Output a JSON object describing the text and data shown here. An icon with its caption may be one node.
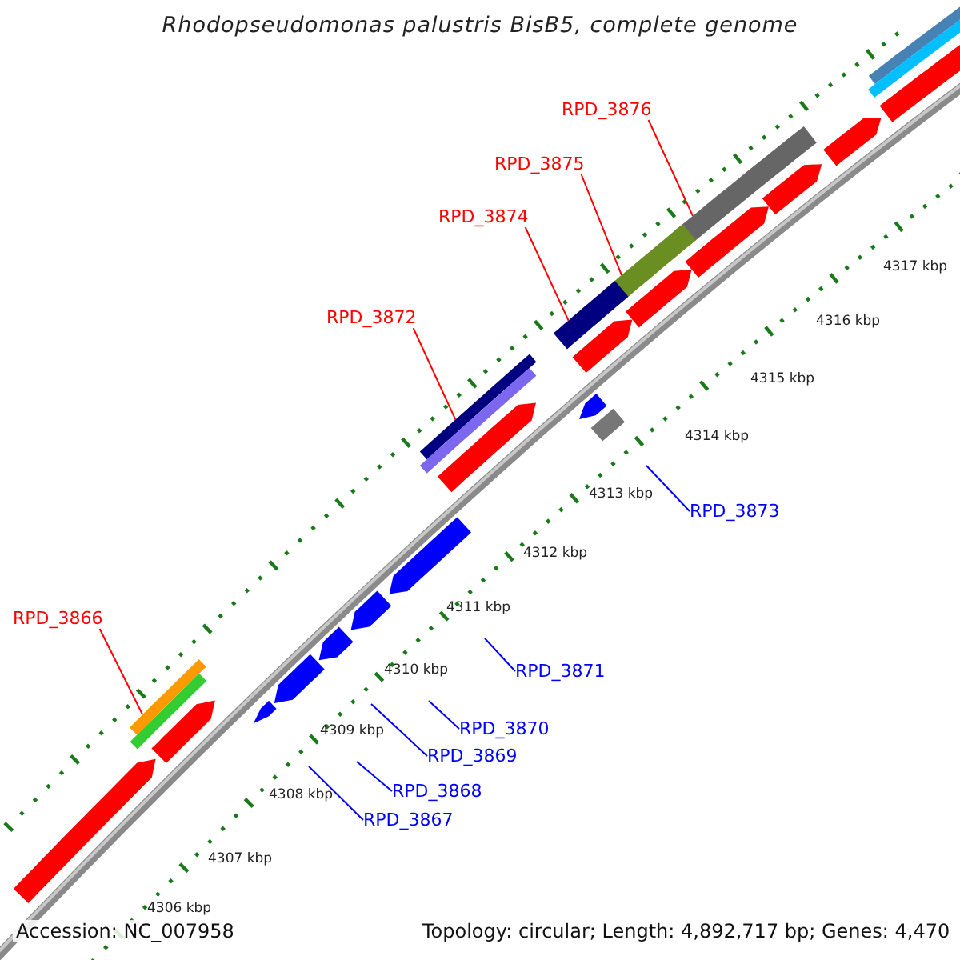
{
  "diagram": {
    "title": "Rhodopseudomonas palustris BisB5, complete genome",
    "nodes": [
      {
        "text": [
          "RPD_3876"
        ]
      },
      {
        "text": [
          "RPD_3875"
        ]
      },
      {
        "text": [
          "RPD_3874"
        ]
      },
      {
        "text": [
          "RPD_3872"
        ]
      },
      {
        "text": [
          "RPD_3873"
        ]
      },
      {
        "text": [
          "RPD_3866"
        ]
      },
      {
        "text": [
          "RPD_3871"
        ]
      },
      {
        "text": [
          "RPD_3870"
        ]
      },
      {
        "text": [
          "RPD_3869"
        ]
      },
      {
        "text": [
          "RPD_3868"
        ]
      },
      {
        "text": [
          "RPD_3867"
        ]
      },
      {
        "text": [],
        "shape": "bar"
      },
      {
        "text": [],
        "shape": "bar"
      },
      {
        "text": [],
        "shape": "bar"
      },
      {
        "text": [],
        "shape": "bar"
      },
      {
        "text": [],
        "shape": "bar"
      },
      {
        "text": [],
        "shape": "bar"
      }
    ],
    "edges": [
      {
        "from": 0,
        "to": 11,
        "arrow": "none",
        "color": "#ff0000"
      },
      {
        "from": 1,
        "to": 12,
        "arrow": "none",
        "color": "#ff0000"
      },
      {
        "from": 2,
        "to": 13,
        "arrow": "none",
        "color": "#ff0000"
      },
      {
        "from": 3,
        "to": 14,
        "arrow": "none",
        "color": "#ff0000"
      },
      {
        "from": 4,
        "to": null,
        "arrow": "none"
      },
      {
        "from": 5,
        "to": 15,
        "arrow": "none",
        "color": "#ff0000"
      },
      {
        "from": 6,
        "to": null,
        "arrow": "none"
      },
      {
        "from": 7,
        "to": null,
        "arrow": "none"
      },
      {
        "from": 8,
        "to": null,
        "arrow": "none"
      },
      {
        "from": 9,
        "to": null,
        "arrow": "none"
      },
      {
        "from": 10,
        "to": null,
        "arrow": "none"
      }
    ],
    "labels": [
      "4317 kbp",
      "4316 kbp",
      "4315 kbp",
      "4314 kbp",
      "4313 kbp",
      "4312 kbp",
      "4311 kbp",
      "4310 kbp",
      "4309 kbp",
      "4308 kbp",
      "4307 kbp",
      "4306 kbp",
      "Accession: NC_007958",
      "Topology: circular; Length: 4,892,717 bp; Genes: 4,470"
    ]
  }
}
